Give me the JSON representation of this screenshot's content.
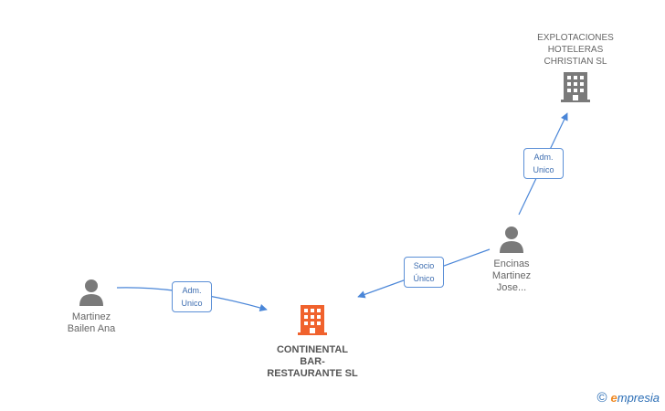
{
  "nodes": {
    "explotaciones": {
      "line1": "EXPLOTACIONES",
      "line2": "HOTELERAS",
      "line3": "CHRISTIAN SL"
    },
    "encinas": {
      "line1": "Encinas",
      "line2": "Martinez",
      "line3": "Jose..."
    },
    "martinez": {
      "line1": "Martinez",
      "line2": "Bailen Ana"
    },
    "continental": {
      "line1": "CONTINENTAL",
      "line2": "BAR-",
      "line3": "RESTAURANTE SL"
    }
  },
  "edges": {
    "encinas_to_explotaciones": {
      "line1": "Adm.",
      "line2": "Unico"
    },
    "encinas_to_continental": {
      "line1": "Socio",
      "line2": "Único"
    },
    "martinez_to_continental": {
      "line1": "Adm.",
      "line2": "Unico"
    }
  },
  "colors": {
    "edge": "#4a86d8",
    "person": "#7a7a7a",
    "company": "#7a7a7a",
    "focus_company": "#f0622d"
  },
  "brand": {
    "copyright": "©",
    "e": "e",
    "rest": "mpresia"
  }
}
